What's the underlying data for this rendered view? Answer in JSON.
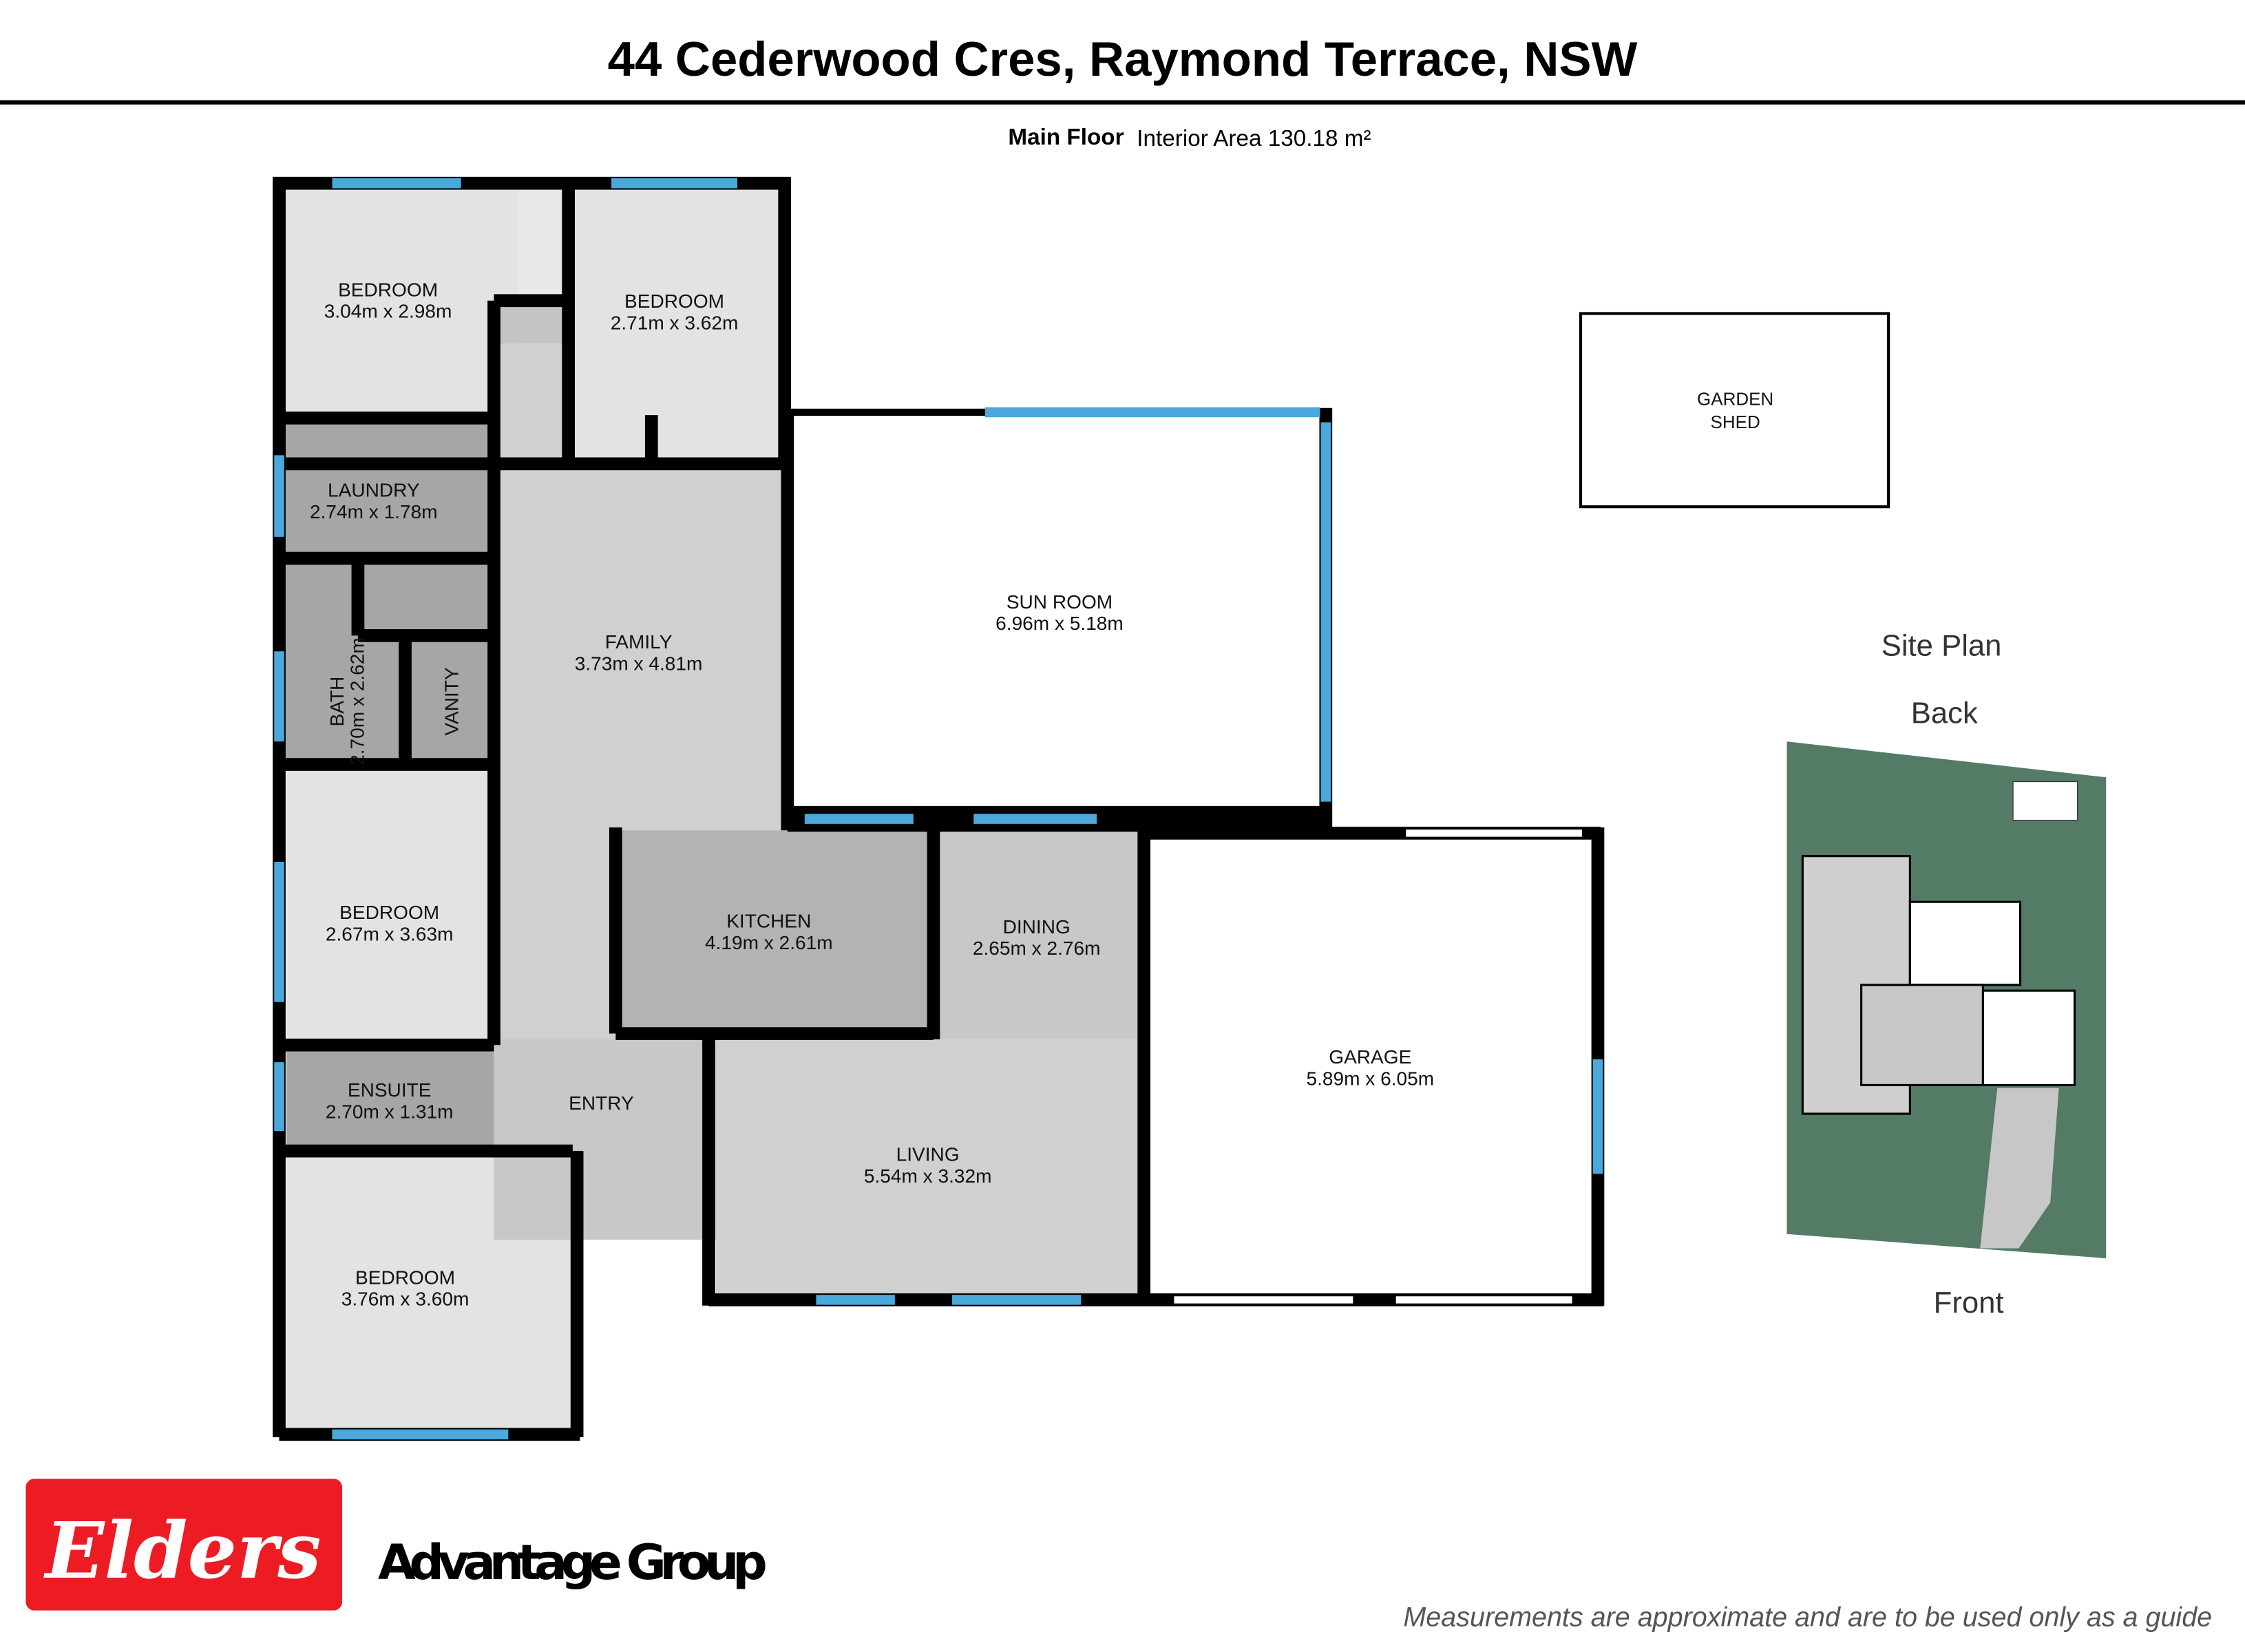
{
  "header": {
    "title": "44 Cederwood Cres, Raymond Terrace, NSW"
  },
  "floor": {
    "name": "Main Floor",
    "area": "Interior Area 130.18 m²"
  },
  "rooms": {
    "bedroom1": {
      "name": "BEDROOM",
      "dims": "3.04m x 2.98m"
    },
    "bedroom2": {
      "name": "BEDROOM",
      "dims": "2.71m x 3.62m"
    },
    "laundry": {
      "name": "LAUNDRY",
      "dims": "2.74m x 1.78m"
    },
    "bath": {
      "name": "BATH",
      "dims": "2.70m x 2.62m"
    },
    "vanity": {
      "name": "VANITY"
    },
    "family": {
      "name": "FAMILY",
      "dims": "3.73m x 4.81m"
    },
    "sunroom": {
      "name": "SUN ROOM",
      "dims": "6.96m x 5.18m"
    },
    "bedroom3": {
      "name": "BEDROOM",
      "dims": "2.67m x 3.63m"
    },
    "kitchen": {
      "name": "KITCHEN",
      "dims": "4.19m x 2.61m"
    },
    "dining": {
      "name": "DINING",
      "dims": "2.65m x 2.76m"
    },
    "garage": {
      "name": "GARAGE",
      "dims": "5.89m x 6.05m"
    },
    "ensuite": {
      "name": "ENSUITE",
      "dims": "2.70m x 1.31m"
    },
    "entry": {
      "name": "ENTRY"
    },
    "living": {
      "name": "LIVING",
      "dims": "5.54m x 3.32m"
    },
    "bedroom4": {
      "name": "BEDROOM",
      "dims": "3.76m x 3.60m"
    },
    "shed": {
      "line1": "GARDEN",
      "line2": "SHED"
    }
  },
  "site_plan": {
    "title": "Site Plan",
    "back": "Back",
    "front": "Front"
  },
  "brand": {
    "logo_text": "Elders",
    "name": "Advantage Group",
    "color": "#ed1c24"
  },
  "footer": {
    "disclaimer": "Measurements are approximate and are to be used only as a guide"
  }
}
